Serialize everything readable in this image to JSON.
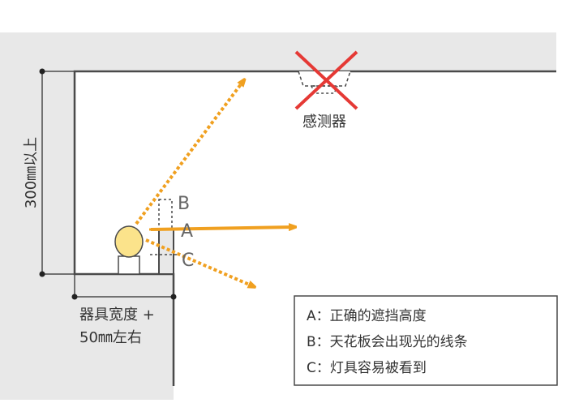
{
  "colors": {
    "wall": "#e8e8e8",
    "line": "#4a4a4a",
    "orange": "#f0a020",
    "red": "#e53935",
    "bulb": "#fbe38b",
    "text": "#333333",
    "gray_label": "#666666"
  },
  "labels": {
    "sensor": "感测器",
    "height": "300㎜以上",
    "width_line1": "器具宽度 +",
    "width_line2": "50㎜左右",
    "marker_a": "A",
    "marker_b": "B",
    "marker_c": "C"
  },
  "legend": {
    "a": "A：正确的遮挡高度",
    "b": "B：天花板会出现光的线条",
    "c": "C：灯具容易被看到"
  }
}
